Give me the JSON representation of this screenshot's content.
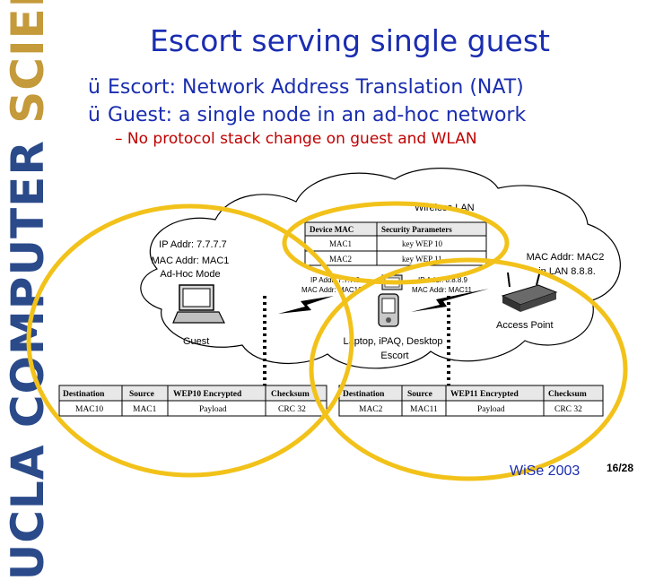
{
  "sidebar": {
    "text_a": "UCLA COMPUTER ",
    "text_b": "SCIENCE",
    "color_a": "#2a4a8a",
    "color_b": "#c49a3a"
  },
  "title": "Escort serving single guest",
  "bullets": [
    {
      "icon": "checkmark-icon",
      "mark": "ü",
      "text": "Escort: Network Address Translation (NAT)"
    },
    {
      "icon": "checkmark-icon",
      "mark": "ü",
      "text": "Guest: a single node in an ad-hoc network"
    }
  ],
  "sub_bullet": "– No protocol stack change on guest and WLAN",
  "diagram": {
    "cloud_label": "Wireless LAN",
    "guest_info": [
      "IP Addr: 7.7.7.7",
      "MAC Addr: MAC1",
      "Ad-Hoc Mode"
    ],
    "guest_label": "Guest",
    "ap_info": [
      "MAC Addr: MAC2",
      "in LAN 8.8.8."
    ],
    "ap_label": "Access Point",
    "escort_left": [
      "IP Addr: 7.7.7.8",
      "MAC Addr: MAC10"
    ],
    "escort_right": [
      "IP Addr: 8.8.8.9",
      "MAC Addr: MAC11"
    ],
    "escort_label": [
      "Laptop, iPAQ, Desktop",
      "Escort"
    ],
    "key_table": {
      "headers": [
        "Device MAC",
        "Security Parameters"
      ],
      "rows": [
        [
          "MAC1",
          "key WEP 10"
        ],
        [
          "MAC2",
          "key WEP 11"
        ]
      ]
    },
    "frame_left": {
      "headers": [
        "Destination",
        "Source",
        "WEP10 Encrypted",
        "Checksum"
      ],
      "values": [
        "MAC10",
        "MAC1",
        "Payload",
        "CRC 32"
      ]
    },
    "frame_right": {
      "headers": [
        "Destination",
        "Source",
        "WEP11 Encrypted",
        "Checksum"
      ],
      "values": [
        "MAC2",
        "MAC11",
        "Payload",
        "CRC 32"
      ]
    },
    "highlight_color": "#f2c21a"
  },
  "footer": "WiSe 2003",
  "page_number": "16/28"
}
